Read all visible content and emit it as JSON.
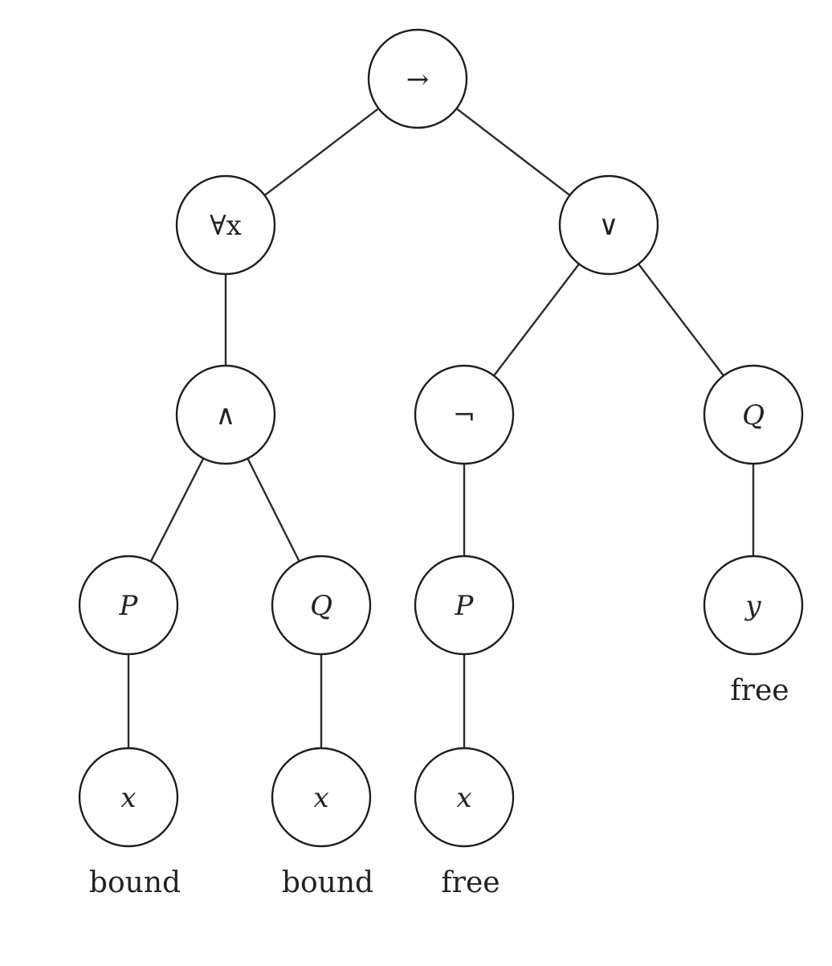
{
  "tree": {
    "nodes": [
      {
        "id": "root",
        "label": "→",
        "italic": false
      },
      {
        "id": "forall",
        "label": "∀x",
        "italic": false
      },
      {
        "id": "or",
        "label": "∨",
        "italic": false
      },
      {
        "id": "and",
        "label": "∧",
        "italic": false
      },
      {
        "id": "not",
        "label": "¬",
        "italic": false
      },
      {
        "id": "q-right",
        "label": "Q",
        "italic": true
      },
      {
        "id": "p-left",
        "label": "P",
        "italic": true
      },
      {
        "id": "q-mid",
        "label": "Q",
        "italic": true
      },
      {
        "id": "p-neg",
        "label": "P",
        "italic": true
      },
      {
        "id": "y-var",
        "label": "y",
        "italic": true
      },
      {
        "id": "x-var-1",
        "label": "x",
        "italic": true
      },
      {
        "id": "x-var-2",
        "label": "x",
        "italic": true
      },
      {
        "id": "x-var-3",
        "label": "x",
        "italic": true
      }
    ],
    "edges": [
      [
        "root",
        "forall"
      ],
      [
        "root",
        "or"
      ],
      [
        "forall",
        "and"
      ],
      [
        "or",
        "not"
      ],
      [
        "or",
        "q-right"
      ],
      [
        "and",
        "p-left"
      ],
      [
        "and",
        "q-mid"
      ],
      [
        "not",
        "p-neg"
      ],
      [
        "q-right",
        "y-var"
      ],
      [
        "p-left",
        "x-var-1"
      ],
      [
        "q-mid",
        "x-var-2"
      ],
      [
        "p-neg",
        "x-var-3"
      ]
    ],
    "annotations": [
      {
        "node": "x-var-1",
        "text": "bound"
      },
      {
        "node": "x-var-2",
        "text": "bound"
      },
      {
        "node": "x-var-3",
        "text": "free"
      },
      {
        "node": "y-var",
        "text": "free"
      }
    ]
  }
}
